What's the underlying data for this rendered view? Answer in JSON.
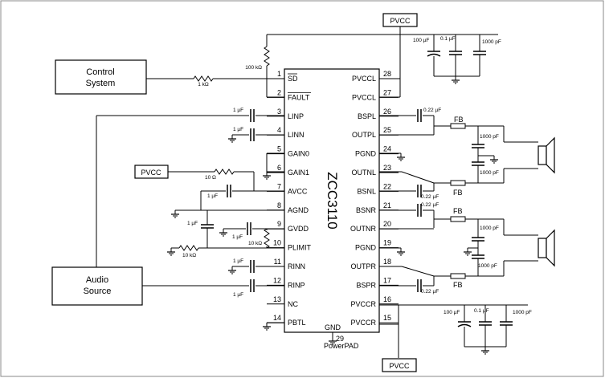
{
  "chip": {
    "name": "ZCC3110",
    "left_pins": [
      {
        "num": "1",
        "label": "SD"
      },
      {
        "num": "2",
        "label": "FAULT"
      },
      {
        "num": "3",
        "label": "LINP"
      },
      {
        "num": "4",
        "label": "LINN"
      },
      {
        "num": "5",
        "label": "GAIN0"
      },
      {
        "num": "6",
        "label": "GAIN1"
      },
      {
        "num": "7",
        "label": "AVCC"
      },
      {
        "num": "8",
        "label": "AGND"
      },
      {
        "num": "9",
        "label": "GVDD"
      },
      {
        "num": "10",
        "label": "PLIMIT"
      },
      {
        "num": "11",
        "label": "RINN"
      },
      {
        "num": "12",
        "label": "RINP"
      },
      {
        "num": "13",
        "label": "NC"
      },
      {
        "num": "14",
        "label": "PBTL"
      }
    ],
    "right_pins": [
      {
        "num": "28",
        "label": "PVCCL"
      },
      {
        "num": "27",
        "label": "PVCCL"
      },
      {
        "num": "26",
        "label": "BSPL"
      },
      {
        "num": "25",
        "label": "OUTPL"
      },
      {
        "num": "24",
        "label": "PGND"
      },
      {
        "num": "23",
        "label": "OUTNL"
      },
      {
        "num": "22",
        "label": "BSNL"
      },
      {
        "num": "21",
        "label": "BSNR"
      },
      {
        "num": "20",
        "label": "OUTNR"
      },
      {
        "num": "19",
        "label": "PGND"
      },
      {
        "num": "18",
        "label": "OUTPR"
      },
      {
        "num": "17",
        "label": "BSPR"
      },
      {
        "num": "16",
        "label": "PVCCR"
      },
      {
        "num": "15",
        "label": "PVCCR"
      }
    ],
    "gnd_label": "GND",
    "pad_num": "29",
    "pad_label": "PowerPAD"
  },
  "blocks": {
    "control_line1": "Control",
    "control_line2": "System",
    "audio_line1": "Audio",
    "audio_line2": "Source"
  },
  "rails": {
    "pvcc_top": "PVCC",
    "pvcc_bottom": "PVCC",
    "pvcc_left": "PVCC"
  },
  "parts": {
    "r_1k": "1 kΩ",
    "r_100k": "100 kΩ",
    "r_10ohm": "10 Ω",
    "r_10k_gvdd": "10 kΩ",
    "r_10k_plimit": "10 kΩ",
    "c_linp": "1 µF",
    "c_linn": "1 µF",
    "c_avcc": "1 µF",
    "c_agnd": "1 µF",
    "c_gvdd": "1 µF",
    "c_rinn": "1 µF",
    "c_rinp": "1 µF",
    "c_bspl": "0.22 µF",
    "c_bsnl": "0.22 µF",
    "c_bsnr": "0.22 µF",
    "c_bspr": "0.22 µF",
    "fb": "FB",
    "c_1000p": "1000 pF",
    "top_caps": [
      "100 µF",
      "0.1 µF",
      "1000 pF"
    ],
    "bottom_caps": [
      "100 µF",
      "0.1 µF",
      "1000 pF"
    ]
  }
}
